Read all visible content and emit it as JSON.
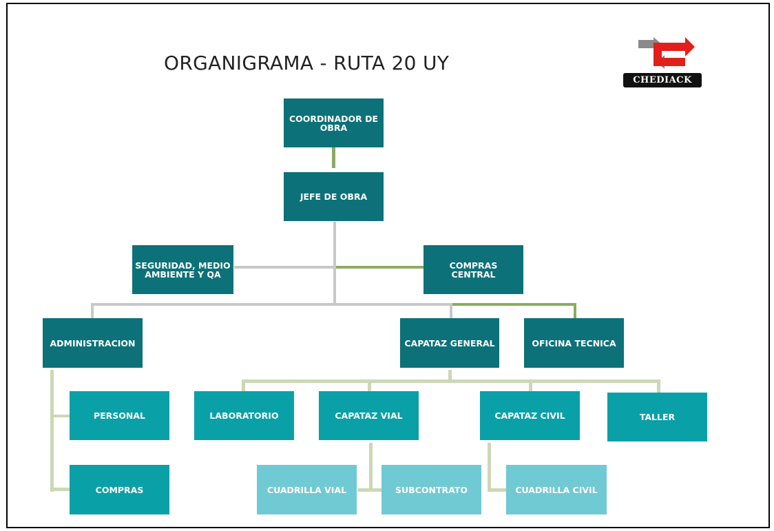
{
  "title": "ORGANIGRAMA - RUTA 20 UY",
  "logo": {
    "text": "CHEDIACK",
    "icon": "chediack-arrows-icon",
    "colors": {
      "red": "#e0201b",
      "gray": "#8a8a8a"
    }
  },
  "colors": {
    "dark_teal": "#0c7179",
    "medium_teal": "#0aa0a8",
    "light_teal": "#6fcad4",
    "connector_gray": "#c8c8c8",
    "connector_green": "#8caa64",
    "connector_light": "#cbd8b5"
  },
  "nodes": {
    "coordinador": "COORDINADOR DE OBRA",
    "jefe": "JEFE DE OBRA",
    "seguridad": "SEGURIDAD, MEDIO AMBIENTE Y QA",
    "compras_central": "COMPRAS CENTRAL",
    "administracion": "ADMINISTRACION",
    "capataz_general": "CAPATAZ GENERAL",
    "oficina_tecnica": "OFICINA TECNICA",
    "personal": "PERSONAL",
    "compras": "COMPRAS",
    "laboratorio": "LABORATORIO",
    "capataz_vial": "CAPATAZ VIAL",
    "capataz_civil": "CAPATAZ CIVIL",
    "taller": "TALLER",
    "cuadrilla_vial": "CUADRILLA VIAL",
    "subcontrato": "SUBCONTRATO",
    "cuadrilla_civil": "CUADRILLA CIVIL"
  }
}
